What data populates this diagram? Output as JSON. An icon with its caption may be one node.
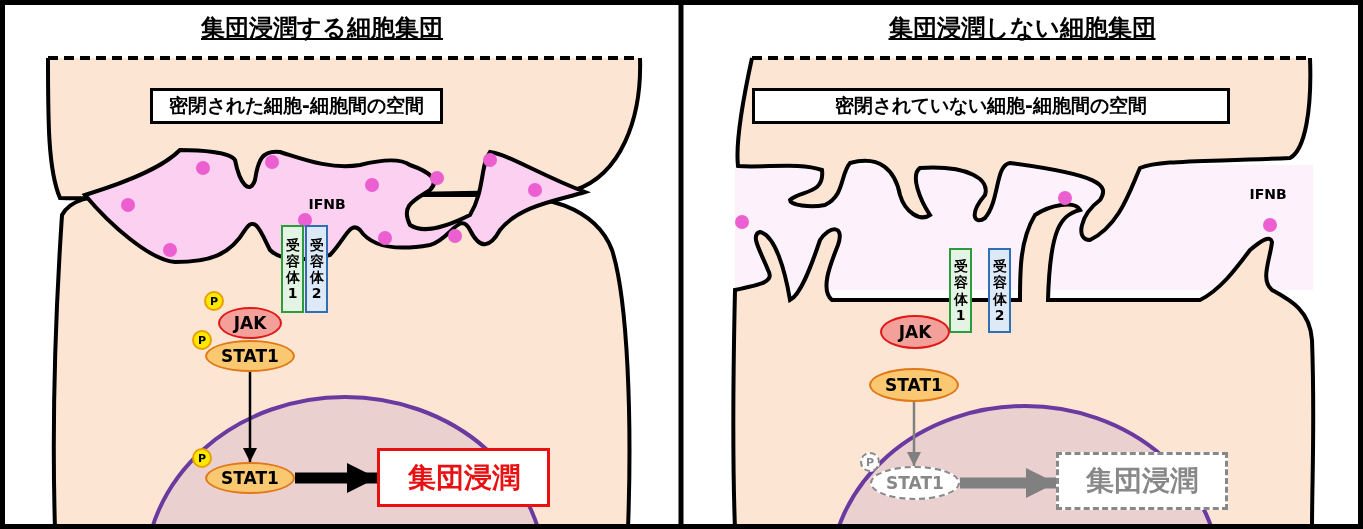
{
  "diagram": {
    "nodes": [
      {
        "text": [
          "密閉された細胞-細胞間の空間"
        ]
      },
      {
        "text": [
          "受容体1"
        ]
      },
      {
        "text": [
          "受容体2"
        ]
      },
      {
        "text": [
          "P"
        ]
      },
      {
        "text": [
          "JAK"
        ]
      },
      {
        "text": [
          "P"
        ]
      },
      {
        "text": [
          "STAT1"
        ]
      },
      {
        "text": [
          "P"
        ]
      },
      {
        "text": [
          "STAT1"
        ]
      },
      {
        "text": [
          "集団浸潤"
        ]
      },
      {
        "text": [
          "密閉されていない細胞-細胞間の空間"
        ]
      },
      {
        "text": [
          "受容体1"
        ]
      },
      {
        "text": [
          "受容体2"
        ]
      },
      {
        "text": [
          "JAK"
        ]
      },
      {
        "text": [
          "STAT1"
        ]
      },
      {
        "text": [
          "P"
        ]
      },
      {
        "text": [
          "STAT1"
        ]
      },
      {
        "text": [
          "集団浸潤"
        ]
      }
    ],
    "edges": [
      {
        "from": 6,
        "to": 8,
        "arrow": "to",
        "color": "#000000"
      },
      {
        "from": 8,
        "to": 9,
        "arrow": "to",
        "style": "thick",
        "color": "#000000"
      },
      {
        "from": 14,
        "to": 16,
        "arrow": "to",
        "color": "#808080"
      },
      {
        "from": 16,
        "to": 17,
        "arrow": "to",
        "style": "thick",
        "color": "#808080"
      }
    ],
    "labels": [
      "集団浸潤する細胞集団",
      "集団浸潤しない細胞集団",
      "IFNB",
      "IFNB"
    ]
  }
}
